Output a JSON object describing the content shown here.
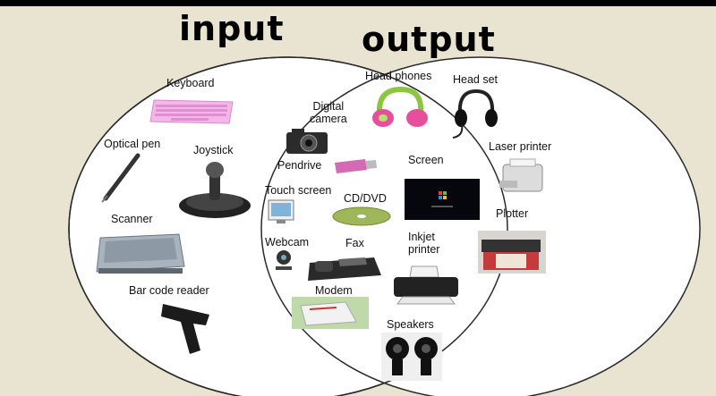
{
  "sets": {
    "input_title": "input",
    "output_title": "output"
  },
  "input_devices": {
    "keyboard": "Keyboard",
    "optical_pen": "Optical pen",
    "joystick": "Joystick",
    "scanner": "Scanner",
    "barcode_reader": "Bar code reader"
  },
  "both_devices": {
    "digital_camera": "Digital\ncamera",
    "pendrive": "Pendrive",
    "touch_screen": "Touch screen",
    "cd_dvd": "CD/DVD",
    "webcam": "Webcam",
    "fax": "Fax",
    "modem": "Modem"
  },
  "output_devices": {
    "head_phones": "Head phones",
    "head_set": "Head set",
    "screen": "Screen",
    "laser_printer": "Laser printer",
    "plotter": "Plotter",
    "inkjet_printer": "Inkjet\nprinter",
    "speakers": "Speakers"
  },
  "colors": {
    "background": "#e9e3d1",
    "circle_fill": "#ffffff",
    "circle_stroke": "#2a2a2a"
  }
}
